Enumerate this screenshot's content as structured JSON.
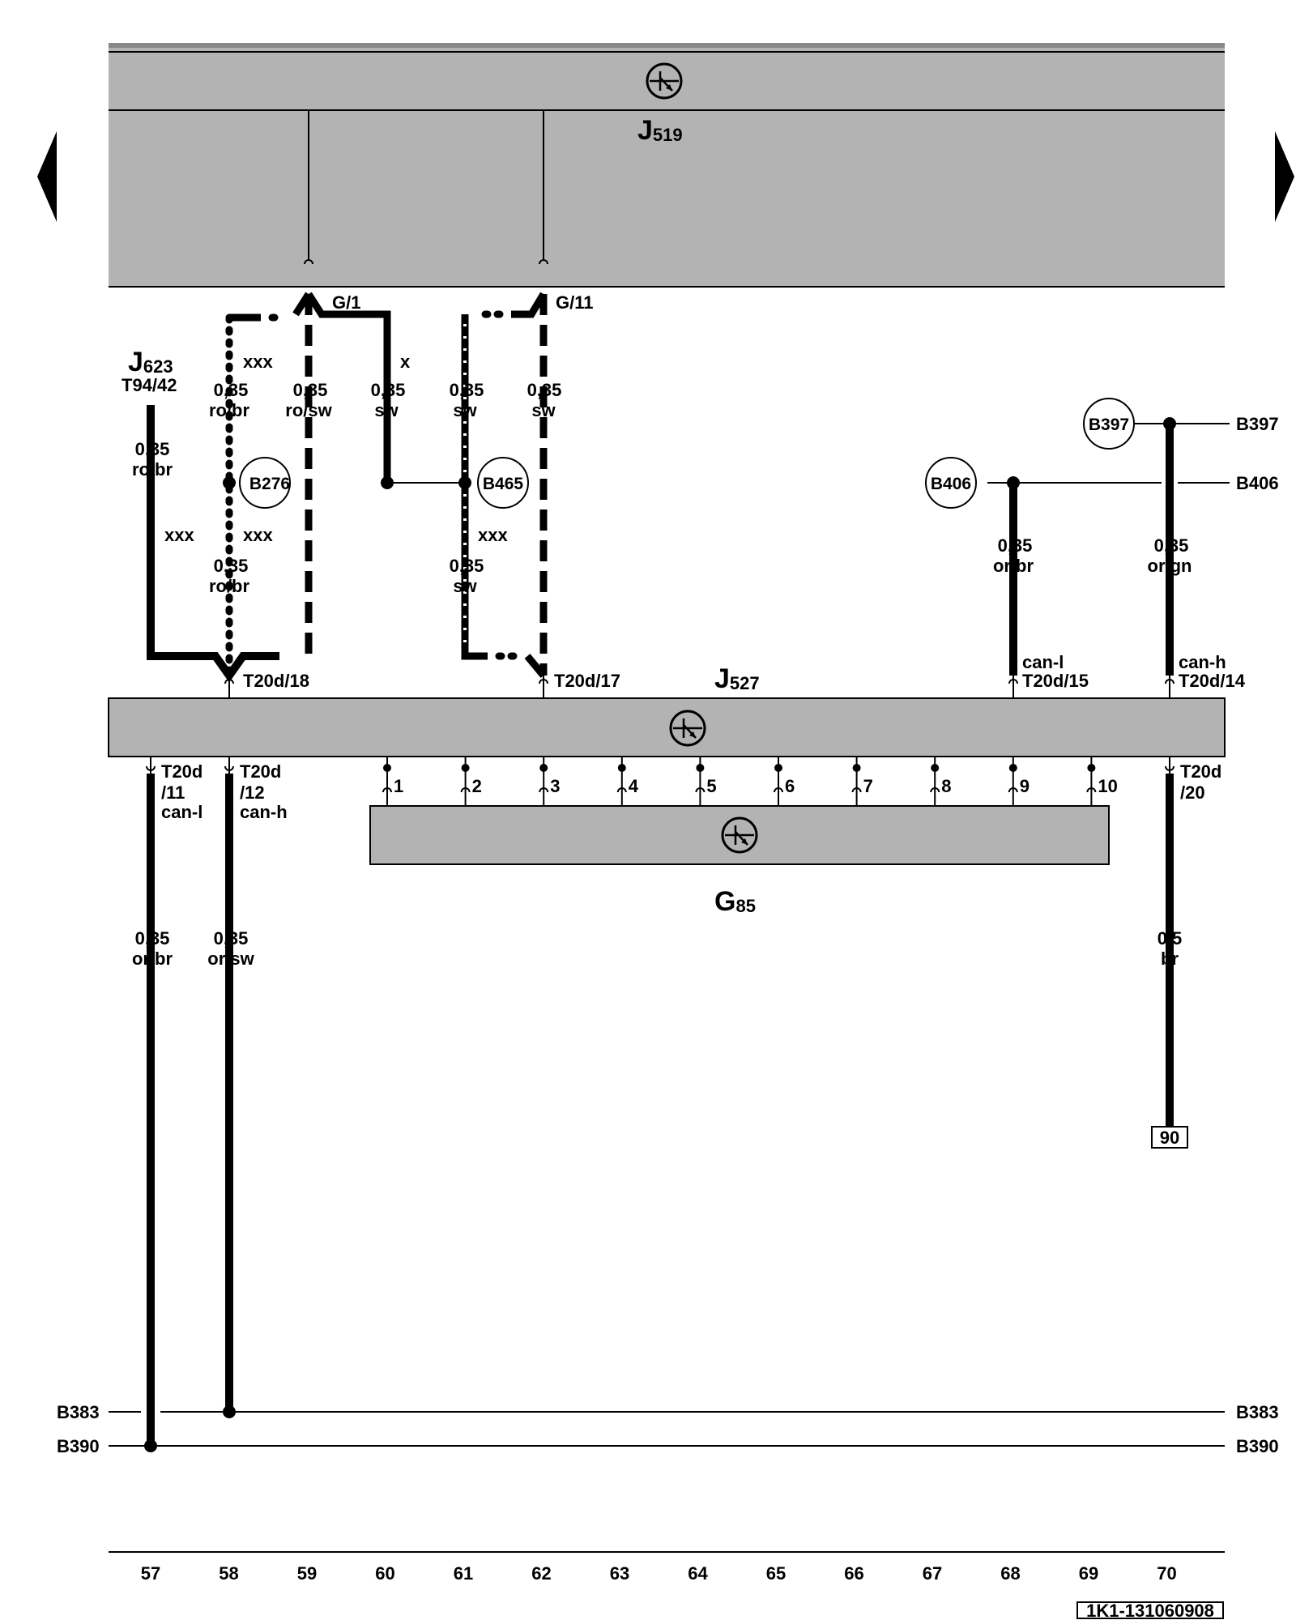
{
  "components": {
    "j519": {
      "name": "J",
      "sub": "519"
    },
    "j527": {
      "name": "J",
      "sub": "527"
    },
    "g85": {
      "name": "G",
      "sub": "85"
    },
    "j623": {
      "name": "J",
      "sub": "623",
      "connector": "T94/42"
    }
  },
  "pins": {
    "g1": "G/1",
    "g11": "G/11",
    "t20d18": "T20d/18",
    "t20d17": "T20d/17",
    "t20d15": "T20d/15",
    "t20d14": "T20d/14",
    "t20d_a": "T20d",
    "t20d11": "/11",
    "t20d12": "/12",
    "t20d20": "/20",
    "can_l": "can-l",
    "can_h": "can-h",
    "g85_pins": [
      "1",
      "2",
      "3",
      "4",
      "5",
      "6",
      "7",
      "8",
      "9",
      "10"
    ]
  },
  "wires": {
    "w_j623": {
      "size": "0,35",
      "color": "ro/br"
    },
    "w_59a": {
      "size": "0,35",
      "color": "ro/br"
    },
    "w_59b": {
      "size": "0,35",
      "color": "ro/sw"
    },
    "w_60": {
      "size": "0,35",
      "color": "sw"
    },
    "w_61": {
      "size": "0,35",
      "color": "sw"
    },
    "w_62": {
      "size": "0,35",
      "color": "sw"
    },
    "w_59c": {
      "size": "0,35",
      "color": "ro/br"
    },
    "w_61b": {
      "size": "0,35",
      "color": "sw"
    },
    "w_68": {
      "size": "0,35",
      "color": "or/br"
    },
    "w_70": {
      "size": "0,35",
      "color": "or/gn"
    },
    "w_57": {
      "size": "0,35",
      "color": "or/br"
    },
    "w_58": {
      "size": "0,35",
      "color": "or/sw"
    },
    "w_70b": {
      "size": "0,5",
      "color": "br"
    }
  },
  "variant_marks": {
    "xxx": "xxx",
    "x": "x"
  },
  "splices": {
    "b276": "B276",
    "b465": "B465",
    "b406": "B406",
    "b397": "B397"
  },
  "bus_lines": {
    "b397": "B397",
    "b406": "B406",
    "b383": "B383",
    "b390": "B390"
  },
  "ground_ref": "90",
  "track_numbers": [
    "57",
    "58",
    "59",
    "60",
    "61",
    "62",
    "63",
    "64",
    "65",
    "66",
    "67",
    "68",
    "69",
    "70"
  ],
  "page_code": "1K1-131060908"
}
